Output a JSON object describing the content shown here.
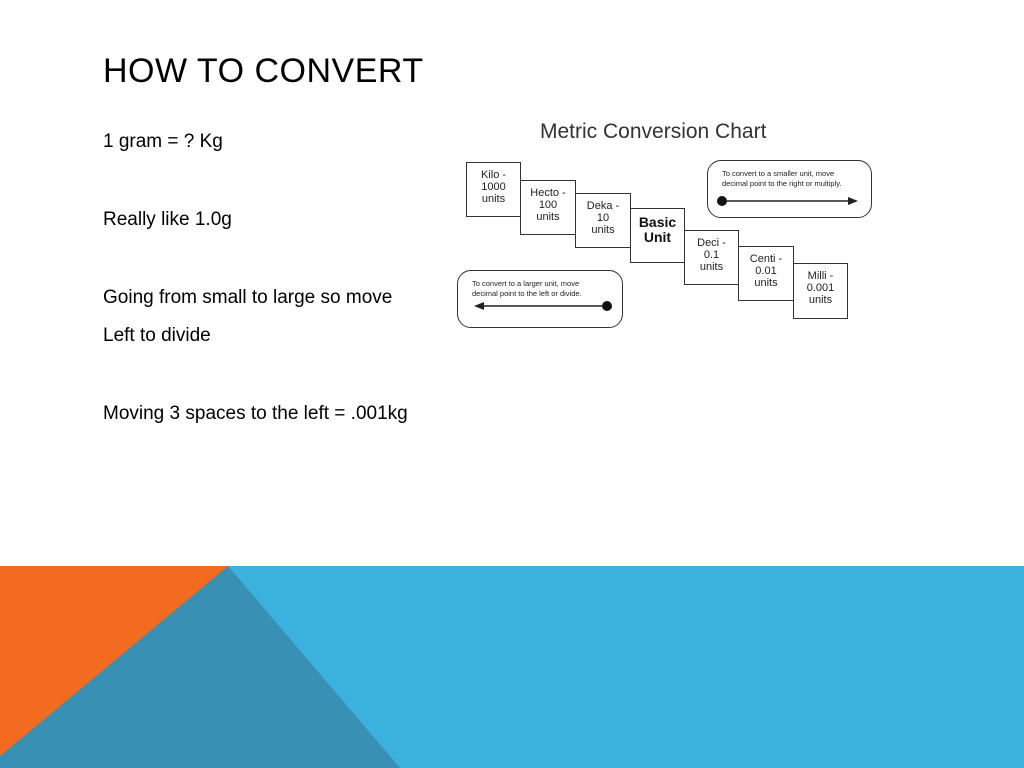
{
  "slide": {
    "title": "HOW TO CONVERT",
    "lines": [
      "1 gram = ? Kg",
      "Really like 1.0g",
      "Going from small to large so move",
      "Left to divide",
      "Moving 3 spaces to the left = .001kg"
    ]
  },
  "chart": {
    "title": "Metric Conversion Chart",
    "steps": [
      "Kilo -\n1000\nunits",
      "Hecto -\n100\nunits",
      "Deka -\n10\nunits",
      "Basic\nUnit",
      "Deci -\n0.1\nunits",
      "Centi -\n0.01\nunits",
      "Milli -\n0.001\nunits"
    ],
    "note_right": "To convert to a smaller unit, move\ndecimal  point to the right or multiply.",
    "note_left": "To convert to a larger unit, move\ndecimal  point to the left or divide."
  },
  "colors": {
    "band_blue": "#3bb1dd",
    "band_orange": "#f26b21",
    "band_dark_teal": "#3990b5"
  }
}
